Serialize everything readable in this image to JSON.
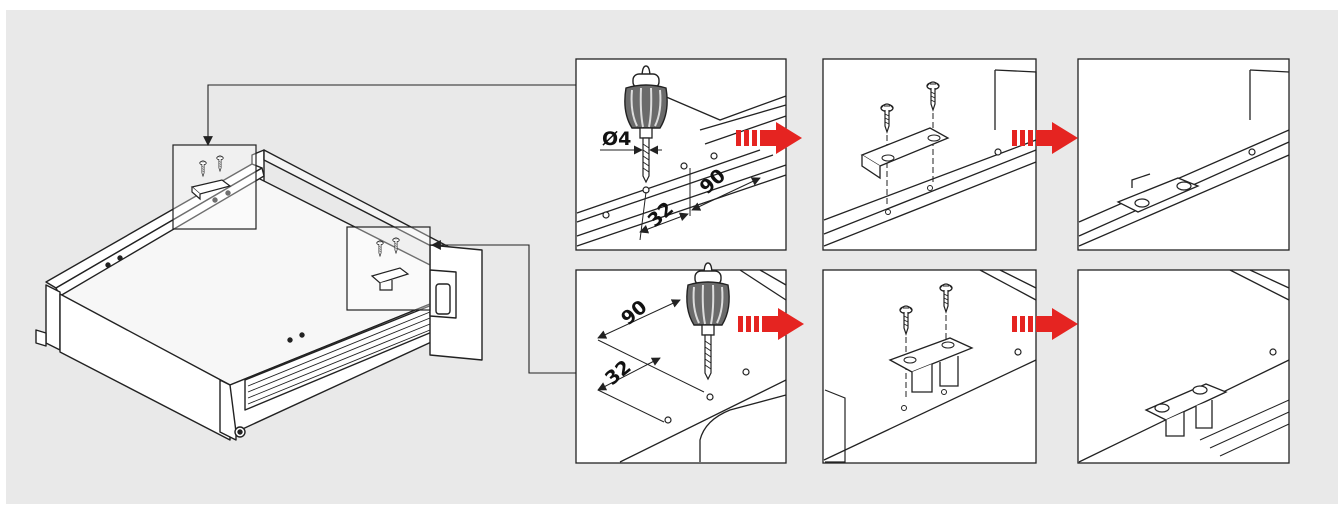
{
  "figure": {
    "background_color": "#e9e9e9",
    "line_color": "#222222",
    "arrow_color": "#e52421",
    "panel_fill": "#ffffff"
  },
  "labels": {
    "diameter": "Ø4",
    "top_offset": "90",
    "top_spacing": "32",
    "bottom_offset": "90",
    "bottom_spacing": "32"
  },
  "panels": [
    {
      "name": "top-drill-step",
      "icon": "drill-icon"
    },
    {
      "name": "top-screw-step",
      "icon": "screw-icon"
    },
    {
      "name": "top-result-step",
      "icon": "bracket-icon"
    },
    {
      "name": "bottom-drill-step",
      "icon": "drill-icon"
    },
    {
      "name": "bottom-screw-step",
      "icon": "screw-icon"
    },
    {
      "name": "bottom-result-step",
      "icon": "bracket-icon"
    }
  ]
}
